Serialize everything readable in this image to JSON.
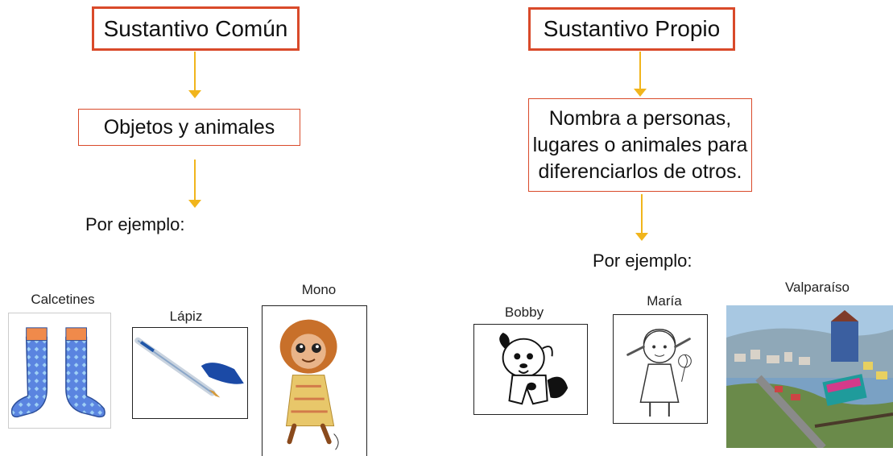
{
  "common": {
    "title": "Sustantivo Común",
    "definition": "Objetos y animales",
    "example_label": "Por ejemplo:",
    "examples": [
      {
        "caption": "Calcetines",
        "icon": "socks-icon"
      },
      {
        "caption": "Lápiz",
        "icon": "pen-icon"
      },
      {
        "caption": "Mono",
        "icon": "monkey-icon"
      }
    ]
  },
  "proper": {
    "title": "Sustantivo Propio",
    "definition_lines": [
      "Nombra a personas,",
      "lugares o animales para",
      "diferenciarlos de otros."
    ],
    "example_label": "Por ejemplo:",
    "examples": [
      {
        "caption": "Bobby",
        "icon": "dog-icon"
      },
      {
        "caption": "María",
        "icon": "girl-icon"
      },
      {
        "caption": "Valparaíso",
        "icon": "city-photo"
      }
    ]
  },
  "colors": {
    "box_border": "#d94a2a",
    "arrow": "#f1b51c"
  }
}
